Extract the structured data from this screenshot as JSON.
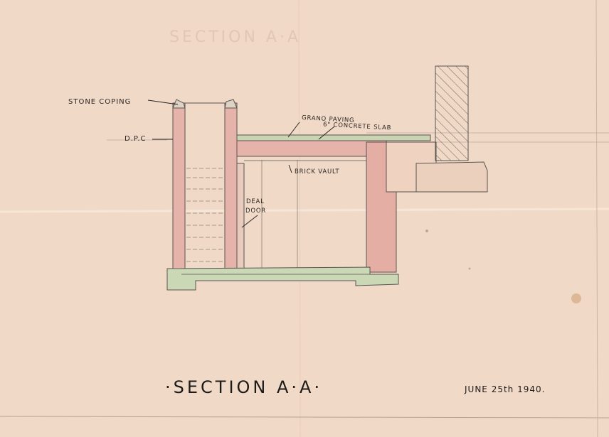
{
  "drawing": {
    "title": "·SECTION A·A·",
    "date": "JUNE 25th 1940.",
    "faint_title": "SECTION A·A"
  },
  "labels": {
    "stone_coping": "STONE COPING",
    "dpc": "D.P.C",
    "grano_paving": "GRANO PAVING",
    "concrete_slab": "6\" CONCRETE SLAB",
    "brick_vault": "BRICK VAULT",
    "deal": "DEAL",
    "door": "DOOR"
  },
  "colors": {
    "paper": "#f0d9c6",
    "brick_wash": "#e3a7a0",
    "concrete_wash": "#c9d6b4",
    "pencil": "#5a5450"
  }
}
